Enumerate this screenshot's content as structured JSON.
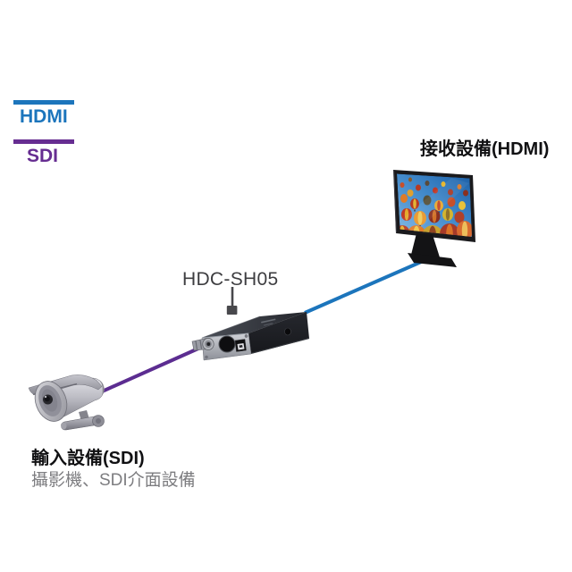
{
  "legend": {
    "items": [
      {
        "label": "HDMI",
        "color": "#1C75BC"
      },
      {
        "label": "SDI",
        "color": "#662D91"
      }
    ]
  },
  "devices": {
    "receiver": {
      "label": "接收設備(HDMI)"
    },
    "converter": {
      "label": "HDC-SH05"
    },
    "input": {
      "label": "輸入設備(SDI)",
      "description": "攝影機、SDI介面設備"
    }
  },
  "connections": {
    "hdmi_color": "#1C75BC",
    "sdi_color": "#5C2D91"
  }
}
